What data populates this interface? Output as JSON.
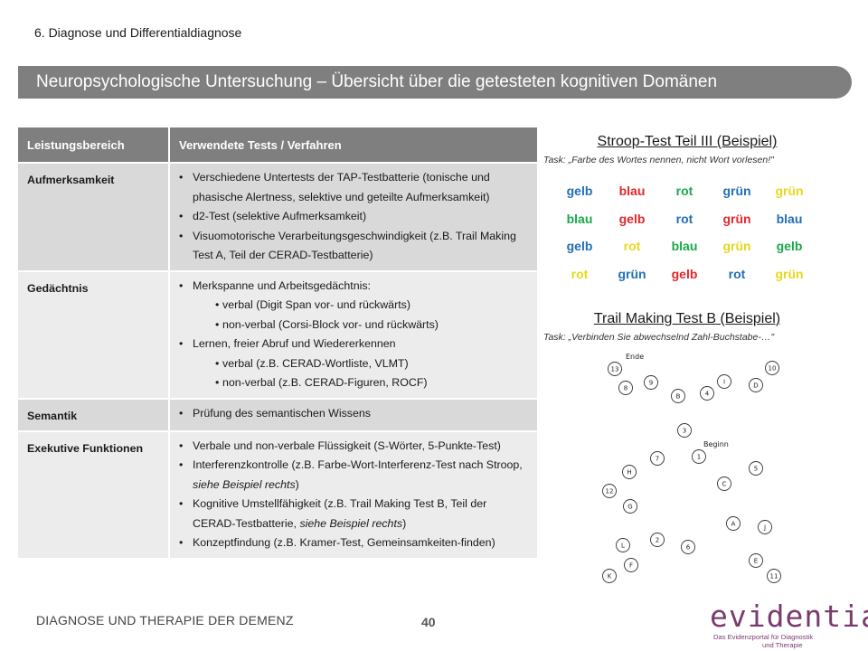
{
  "header": {
    "section": "6. Diagnose und Differentialdiagnose",
    "title": "Neuropsychologische Untersuchung – Übersicht über die getesteten kognitiven Domänen"
  },
  "table": {
    "headers": [
      "Leistungsbereich",
      " Verwendete  Tests / Verfahren"
    ],
    "rows": [
      {
        "area": "Aufmerksamkeit",
        "items": [
          {
            "level": 1,
            "text": "Verschiedene Untertests der TAP-Testbatterie  (tonische und phasische Alertness, selektive und geteilte Aufmerksamkeit)"
          },
          {
            "level": 1,
            "text": "d2-Test (selektive Aufmerksamkeit)"
          },
          {
            "level": 1,
            "text": "Visuomotorische Verarbeitungsgeschwindigkeit (z.B. Trail Making Test A, Teil der CERAD-Testbatterie)"
          }
        ]
      },
      {
        "area": "Gedächtnis",
        "items": [
          {
            "level": 1,
            "text": "Merkspanne und Arbeitsgedächtnis:"
          },
          {
            "level": 2,
            "text": "verbal (Digit Span vor- und rückwärts)"
          },
          {
            "level": 2,
            "text": "non-verbal (Corsi-Block vor- und rückwärts)"
          },
          {
            "level": 1,
            "text": "Lernen, freier Abruf und Wiedererkennen"
          },
          {
            "level": 2,
            "text": "verbal (z.B. CERAD-Wortliste, VLMT)"
          },
          {
            "level": 2,
            "text": "non-verbal (z.B. CERAD-Figuren, ROCF)"
          }
        ]
      },
      {
        "area": "Semantik",
        "items": [
          {
            "level": 1,
            "text": "Prüfung des semantischen Wissens"
          }
        ]
      },
      {
        "area": "Exekutive Funktionen",
        "items": [
          {
            "level": 1,
            "text": "Verbale und non-verbale Flüssigkeit (S-Wörter, 5-Punkte-Test)"
          },
          {
            "level": 1,
            "text": "Interferenzkontrolle (z.B. Farbe-Wort-Interferenz-Test nach Stroop, ",
            "italic": "siehe Beispiel rechts",
            "tail": ")"
          },
          {
            "level": 1,
            "text": "Kognitive Umstellfähigkeit (z.B. Trail Making Test B, Teil der CERAD-Testbatterie, ",
            "italic": "siehe Beispiel rechts",
            "tail": ")"
          },
          {
            "level": 1,
            "text": "Konzeptfindung (z.B. Kramer-Test, Gemeinsamkeiten-finden)"
          }
        ]
      }
    ]
  },
  "stroop": {
    "title": "Stroop-Test Teil III (Beispiel)",
    "task": "Task: „Farbe  des Wortes nennen,  nicht Wort vorlesen!\"",
    "colors": {
      "blue": "#1f6fb7",
      "red": "#e3262b",
      "green": "#17a84b",
      "yellow": "#e6d81c"
    },
    "rows": [
      [
        {
          "w": "gelb",
          "c": "blue"
        },
        {
          "w": "blau",
          "c": "red"
        },
        {
          "w": "rot",
          "c": "green"
        },
        {
          "w": "grün",
          "c": "blue"
        },
        {
          "w": "grün",
          "c": "yellow"
        }
      ],
      [
        {
          "w": "blau",
          "c": "green"
        },
        {
          "w": "gelb",
          "c": "red"
        },
        {
          "w": "rot",
          "c": "blue"
        },
        {
          "w": "grün",
          "c": "red"
        },
        {
          "w": "blau",
          "c": "blue"
        }
      ],
      [
        {
          "w": "gelb",
          "c": "blue"
        },
        {
          "w": "rot",
          "c": "yellow"
        },
        {
          "w": "blau",
          "c": "green"
        },
        {
          "w": "grün",
          "c": "yellow"
        },
        {
          "w": "gelb",
          "c": "green"
        }
      ],
      [
        {
          "w": "rot",
          "c": "yellow"
        },
        {
          "w": "grün",
          "c": "blue"
        },
        {
          "w": "gelb",
          "c": "red"
        },
        {
          "w": "rot",
          "c": "blue"
        },
        {
          "w": "grün",
          "c": "yellow"
        }
      ]
    ]
  },
  "trail": {
    "title": "Trail Making Test B (Beispiel)",
    "task": "Task: „Verbinden  Sie abwechselnd Zahl-Buchstabe-…\"",
    "label_end": "Ende",
    "label_begin": "Beginn",
    "nodes": [
      "13",
      "10",
      "8",
      "9",
      "I",
      "D",
      "B",
      "4",
      "3",
      "7",
      "1",
      "5",
      "H",
      "C",
      "12",
      "G",
      "A",
      "J",
      "2",
      "6",
      "L",
      "F",
      "E",
      "11",
      "K"
    ]
  },
  "footer": {
    "left": "DIAGNOSE UND THERAPIE DER DEMENZ",
    "page": "40",
    "logo_word": "evidentia",
    "logo_tag_1": "Das Evidenzportal für Diagnostik",
    "logo_tag_2": "und Therapie"
  }
}
